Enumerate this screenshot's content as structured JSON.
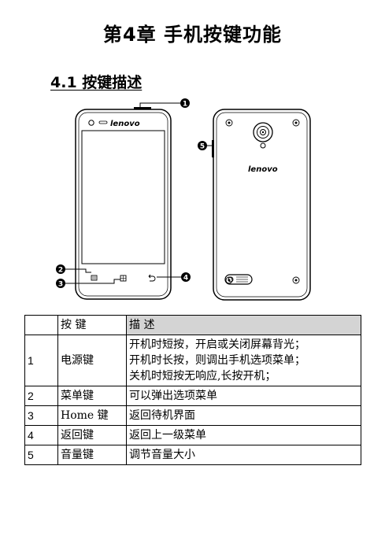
{
  "chapter": {
    "title": "第4章  手机按键功能"
  },
  "section": {
    "title": "4.1 按键描述"
  },
  "figure": {
    "brand_front": "lenovo",
    "brand_back": "lenovo",
    "callouts": [
      "1",
      "2",
      "3",
      "4",
      "5"
    ]
  },
  "table": {
    "header": {
      "key": "按  键",
      "desc": "描      述"
    },
    "rows": [
      {
        "num": "1",
        "key": "电源键",
        "desc": [
          "开机时短按，开启或关闭屏幕背光；",
          "开机时长按，则调出手机选项菜单；",
          "关机时短按无响应,长按开机；"
        ]
      },
      {
        "num": "2",
        "key": "菜单键",
        "desc": [
          "可以弹出选项菜单"
        ]
      },
      {
        "num": "3",
        "key": "Home 键",
        "desc": [
          "返回待机界面"
        ]
      },
      {
        "num": "4",
        "key": "返回键",
        "desc": [
          "返回上一级菜单"
        ]
      },
      {
        "num": "5",
        "key": "音量键",
        "desc": [
          "调节音量大小"
        ]
      }
    ]
  }
}
